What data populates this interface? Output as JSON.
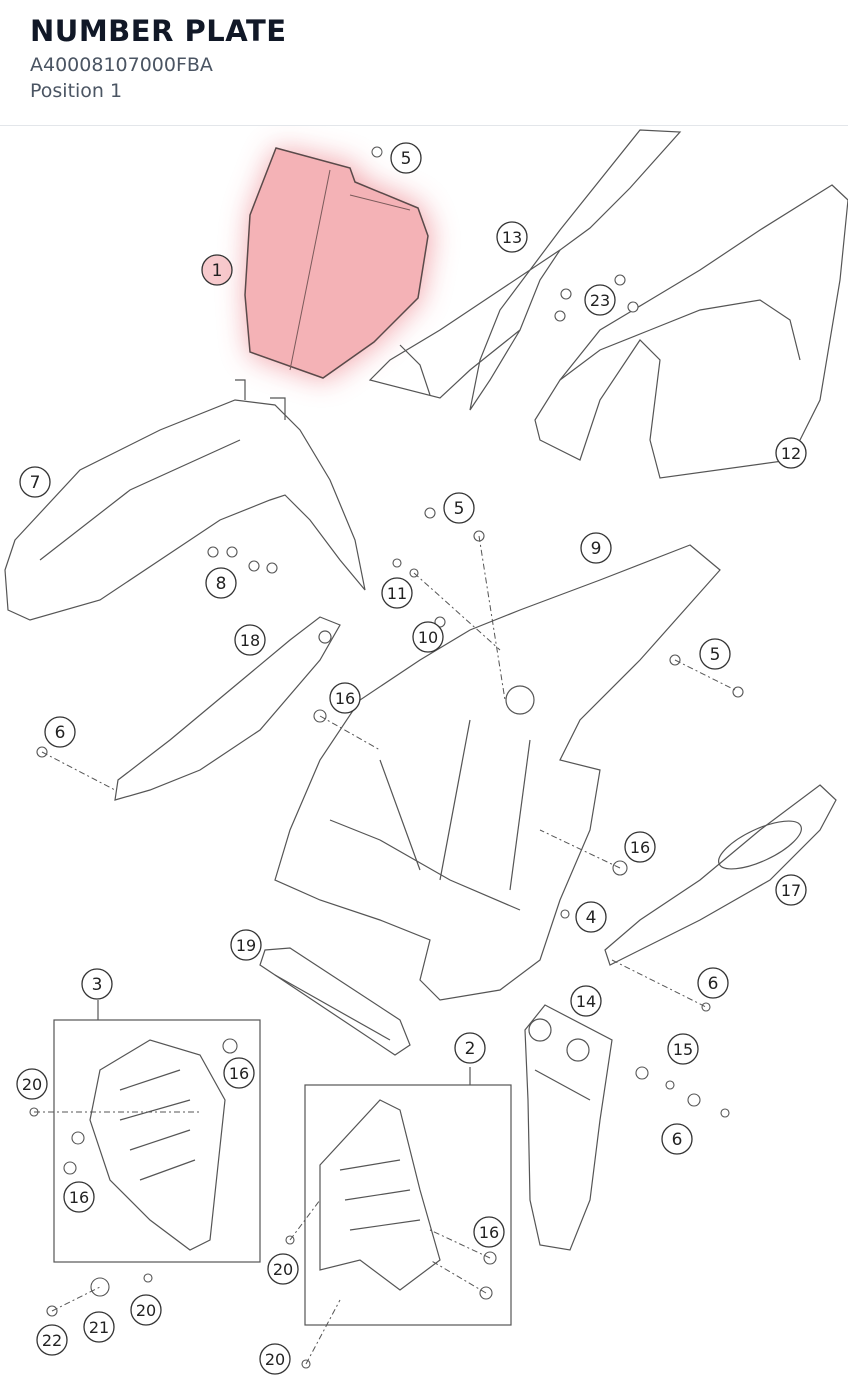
{
  "header": {
    "title": "NUMBER PLATE",
    "part_number": "A40008107000FBA",
    "position": "Position 1"
  },
  "colors": {
    "highlight": "#f19ea4",
    "line": "#4a4a4a",
    "callout": "#333333"
  },
  "diagram": {
    "highlighted_part": "1",
    "callouts": [
      "1",
      "5",
      "13",
      "23",
      "12",
      "7",
      "8",
      "5",
      "11",
      "10",
      "9",
      "5",
      "18",
      "16",
      "6",
      "16",
      "17",
      "4",
      "19",
      "6",
      "14",
      "3",
      "16",
      "20",
      "16",
      "15",
      "2",
      "6",
      "16",
      "20",
      "20",
      "22",
      "21",
      "20"
    ]
  }
}
